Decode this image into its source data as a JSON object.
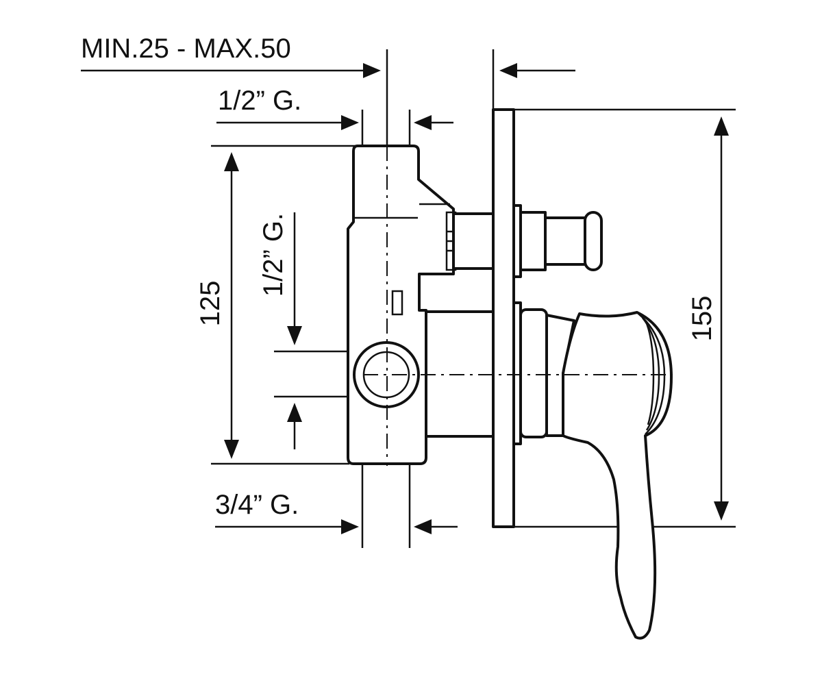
{
  "labels": {
    "depth_range": "MIN.25 - MAX.50",
    "top_inlet": "1/2” G.",
    "side_inlet": "1/2” G.",
    "bottom_outlet": "3/4” G.",
    "body_height": "125",
    "plate_height": "155"
  }
}
